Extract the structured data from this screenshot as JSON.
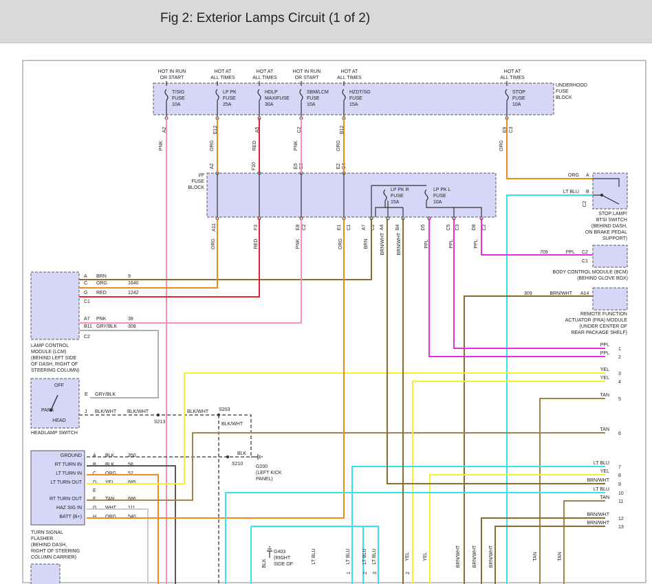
{
  "title": "Fig 2: Exterior Lamps Circuit (1 of 2)",
  "diagram_data": {
    "supply_labels": [
      {
        "line1": "HOT IN RUN",
        "line2": "OR START"
      },
      {
        "line1": "HOT AT",
        "line2": "ALL TIMES"
      },
      {
        "line1": "HOT AT",
        "line2": "ALL TIMES"
      },
      {
        "line1": "HOT IN RUN",
        "line2": "OR START"
      },
      {
        "line1": "HOT AT",
        "line2": "ALL TIMES"
      },
      {
        "line1": "HOT AT",
        "line2": "ALL TIMES"
      }
    ],
    "fuses": [
      {
        "l1": "T/SIG",
        "l2": "FUSE",
        "l3": "10A"
      },
      {
        "l1": "LP PK",
        "l2": "FUSE",
        "l3": "25A"
      },
      {
        "l1": "HDLP",
        "l2": "MAXIFUSE",
        "l3": "30A"
      },
      {
        "l1": "SBM/LCM",
        "l2": "FUSE",
        "l3": "10A"
      },
      {
        "l1": "HZDT/SG",
        "l2": "FUSE",
        "l3": "15A"
      },
      {
        "l1": "STOP",
        "l2": "FUSE",
        "l3": "10A"
      }
    ],
    "underhood_block": {
      "l1": "UNDERHOOD",
      "l2": "FUSE",
      "l3": "BLOCK"
    },
    "underhood_pins": [
      "A2",
      "E12",
      "A5",
      "C2",
      "B12",
      "E9",
      "C3"
    ],
    "top_wire_colors": [
      "PNK",
      "ORG",
      "RED",
      "PNK",
      "ORG",
      "ORG"
    ],
    "ip_block": {
      "l1": "I/P",
      "l2": "FUSE",
      "l3": "BLOCK"
    },
    "ip_top_pins": [
      "A2",
      "F10",
      "E5",
      "C3",
      "E2",
      "C4"
    ],
    "ip_fuses": [
      {
        "l1": "LP PK R",
        "l2": "FUSE",
        "l3": "15A"
      },
      {
        "l1": "LP PK L",
        "l2": "FUSE",
        "l3": "10A"
      }
    ],
    "ip_bottom_pins": [
      "A11",
      "F3",
      "E8",
      "C2",
      "E1",
      "C1",
      "A7",
      "C2",
      "A4",
      "B4",
      "D5",
      "C5",
      "C3",
      "D8",
      "C2"
    ],
    "mid_wire_colors": [
      "ORG",
      "RED",
      "PNK",
      "ORG",
      "BRN",
      "BRN/WHT",
      "BRN/WHT",
      "PPL",
      "PPL",
      "PPL"
    ],
    "stop_switch": {
      "pin_a": "A",
      "pin_a_color": "ORG",
      "pin_b": "B",
      "pin_b_color": "LT BLU",
      "conn": "C2",
      "l1": "STOP LAMP/",
      "l2": "BTSI SWITCH",
      "l3": "(BEHIND DASH,",
      "l4": "ON BRAKE PEDAL",
      "l5": "SUPPORT)"
    },
    "bcm": {
      "circuit": "709",
      "color": "PPL",
      "pin": "C2",
      "conn": "C1",
      "l1": "BODY CONTROL MODULE (BCM)",
      "l2": "(BEHIND GLOVE BOX)"
    },
    "fra": {
      "circuit": "309",
      "color": "BRN/WHT",
      "pin": "A14",
      "l1": "REMOTE FUNCTION",
      "l2": "ACTUATOR (FRA) MODULE",
      "l3": "(UNDER CENTER OF",
      "l4": "REAR PACKAGE SHELF)"
    },
    "lcm_rows": [
      {
        "pin": "A",
        "color": "BRN",
        "circuit": "9"
      },
      {
        "pin": "C",
        "color": "ORG",
        "circuit": "1640"
      },
      {
        "pin": "G",
        "color": "RED",
        "circuit": "1242"
      },
      {
        "pin": "C1",
        "color": "",
        "circuit": ""
      },
      {
        "pin": "A7",
        "color": "PNK",
        "circuit": "39"
      },
      {
        "pin": "B11",
        "color": "GRY/BLK",
        "circuit": "308"
      },
      {
        "pin": "C2",
        "color": "",
        "circuit": ""
      }
    ],
    "lcm_label": [
      "LAMP CONTROL",
      "MODULE (LCM)",
      "(BEHIND LEFT SIDE",
      "OF DASH, RIGHT OF",
      "STEERING COLUMN)"
    ],
    "headlamp": {
      "off": "OFF",
      "park": "PARK",
      "head": "HEAD",
      "pin_e": "E",
      "pin_e_color": "GRY/BLK",
      "pin_j": "J",
      "pin_j_color": "BLK/WHT",
      "label": "HEADLAMP SWITCH"
    },
    "splices": {
      "s213": "S213",
      "s203": "S203",
      "s210": "S210",
      "s203_color": "BLK/WHT",
      "s213_color": "BLK/WHT",
      "s210_color": "BLK"
    },
    "ground_g200": [
      "G200",
      "(LEFT KICK",
      "PANEL)"
    ],
    "flasher_rows": [
      {
        "name": "GROUND",
        "pin": "A",
        "color": "BLK",
        "circuit": "350"
      },
      {
        "name": "RT TURN IN",
        "pin": "B",
        "color": "BLK",
        "circuit": "58"
      },
      {
        "name": "LT TURN IN",
        "pin": "C",
        "color": "ORG",
        "circuit": "57"
      },
      {
        "name": "LT TURN OUT",
        "pin": "D",
        "color": "YEL",
        "circuit": "685"
      },
      {
        "name": "",
        "pin": "E",
        "color": "",
        "circuit": ""
      },
      {
        "name": "RT TURN OUT",
        "pin": "F",
        "color": "TAN",
        "circuit": "686"
      },
      {
        "name": "HAZ SIG IN",
        "pin": "G",
        "color": "WHT",
        "circuit": "111"
      },
      {
        "name": "BATT (B+)",
        "pin": "H",
        "color": "ORG",
        "circuit": "540"
      }
    ],
    "flasher_label": [
      "TURN SIGNAL",
      "FLASHER",
      "(BEHIND DASH,",
      "RIGHT OF STEERING",
      "COLUMN CARRIER)"
    ],
    "right_wires": [
      {
        "num": "1",
        "color": "PPL"
      },
      {
        "num": "2",
        "color": "PPL"
      },
      {
        "num": "3",
        "color": "YEL"
      },
      {
        "num": "4",
        "color": "YEL"
      },
      {
        "num": "5",
        "color": "TAN"
      },
      {
        "num": "6",
        "color": "TAN"
      },
      {
        "num": "7",
        "color": "LT BLU"
      },
      {
        "num": "8",
        "color": "YEL"
      },
      {
        "num": "9",
        "color": "BRN/WHT"
      },
      {
        "num": "10",
        "color": "LT BLU"
      },
      {
        "num": "11",
        "color": "TAN"
      },
      {
        "num": "12",
        "color": "BRN/WHT"
      },
      {
        "num": "13",
        "color": "BRN/WHT"
      }
    ],
    "ground_g403": [
      "G403",
      "(RIGHT",
      "SIDE OF"
    ],
    "g403_color": "BLK",
    "bottom_wire_labels": [
      "LT BLU",
      "LT BLU",
      "LT BLU",
      "LT BLU",
      "YEL",
      "YEL",
      "BRN/WHT",
      "BRN/WHT",
      "BRN/WHT",
      "TAN",
      "TAN"
    ],
    "bottom_numbers": [
      "1",
      "2",
      "3",
      "2"
    ],
    "colors": {
      "pnk": "#ff8fb0",
      "org": "#f08a1c",
      "red": "#e8202a",
      "brn": "#8a6a2e",
      "brnwht": "#8a6a2e",
      "ppl": "#e030e0",
      "ltblu": "#2ee6f2",
      "yel": "#f2f22a",
      "tan": "#a0824a",
      "gry": "#b0b0b0",
      "blk": "#333333",
      "block": "#d6d6f7"
    }
  }
}
